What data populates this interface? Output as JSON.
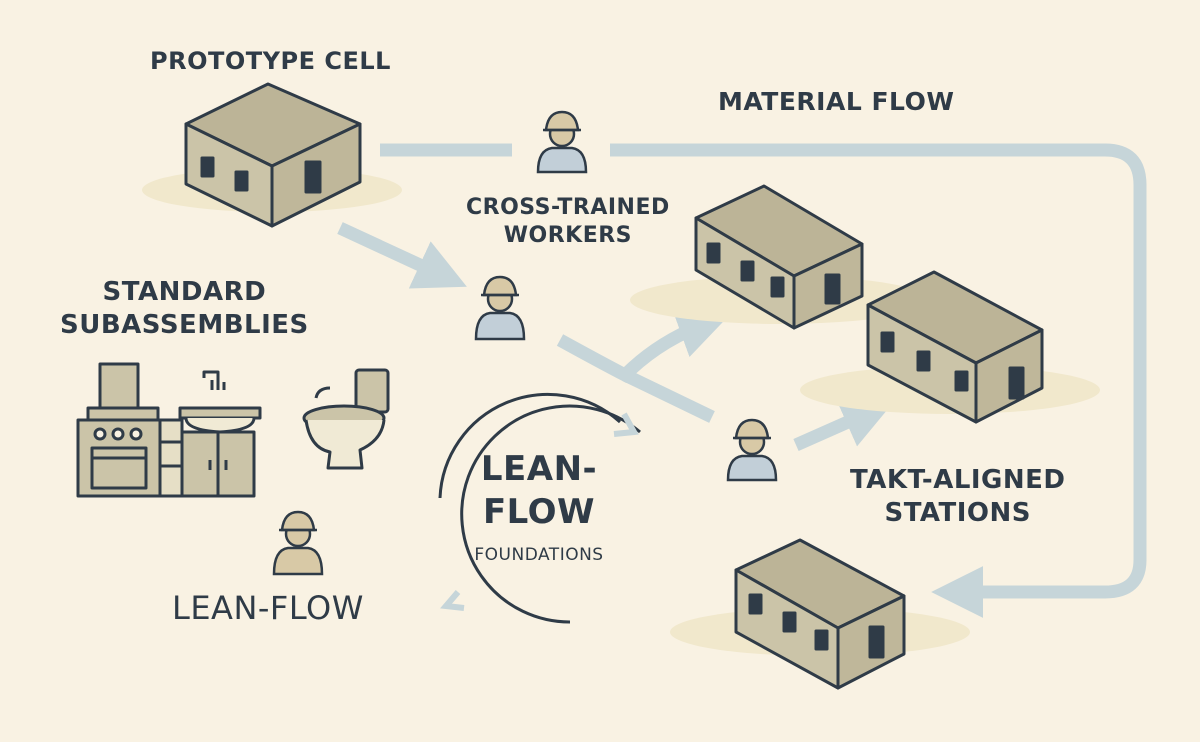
{
  "labels": {
    "prototype_cell": "PROTOTYPE CELL",
    "material_flow": "MATERIAL FLOW",
    "cross_trained_line1": "CROSS-TRAINED",
    "cross_trained_line2": "WORKERS",
    "standard_line1": "STANDARD",
    "standard_line2": "SUBASSEMBLIES",
    "takt_line1": "TAKT-ALIGNED",
    "takt_line2": "STATIONS",
    "lean_flow_bottom": "LEAN-FLOW"
  },
  "center": {
    "title_line1": "LEAN-",
    "title_line2": "FLOW",
    "subtitle": "FOUNDATIONS"
  },
  "colors": {
    "background": "#f9f2e3",
    "ink": "#2f3b47",
    "module_top": "#bcb497",
    "module_side": "#cbc4a8",
    "arrow": "#c6d5d9",
    "worker_body": "#c2cfd8",
    "worker_head": "#d8c9a6"
  },
  "icons": [
    "module-icon",
    "worker-icon",
    "kitchen-icon",
    "vanity-icon",
    "toilet-icon",
    "cycle-icon"
  ]
}
